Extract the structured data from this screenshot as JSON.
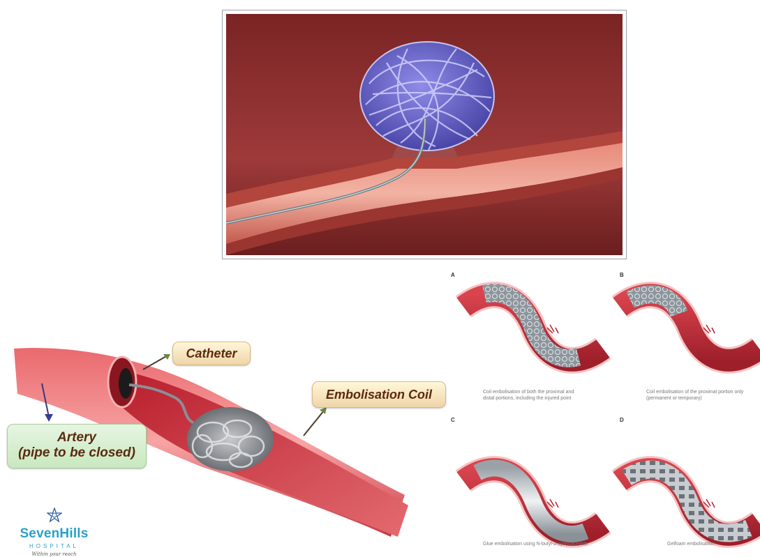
{
  "top_image": {
    "alt": ""
  },
  "left_image": {
    "labels": {
      "catheter": "Catheter",
      "coil": "Embolisation Coil",
      "artery_line1": "Artery",
      "artery_line2": "(pipe to be closed)"
    },
    "logo": {
      "name": "SevenHills",
      "sub": "HOSPITAL",
      "tagline": "Within your reach"
    }
  },
  "right_image": {
    "panels": [
      {
        "letter": "A",
        "caption_line1": "Coil embolisation of both the proximal and",
        "caption_line2": "distal portions, including the injured point"
      },
      {
        "letter": "B",
        "caption_line1": "Coil embolisation of the proximal portion only",
        "caption_line2": "(permanent or temporary)"
      },
      {
        "letter": "C",
        "caption_line1": "Glue embolisation using N-butyl-2-cyanoacrylate",
        "caption_line2": ""
      },
      {
        "letter": "D",
        "caption_line1": "Gelfoam embolisation",
        "caption_line2": ""
      }
    ]
  },
  "colors": {
    "vessel": "#c0303a",
    "coil_blue": "#6a66c8",
    "logo": "#2aa0c8"
  }
}
